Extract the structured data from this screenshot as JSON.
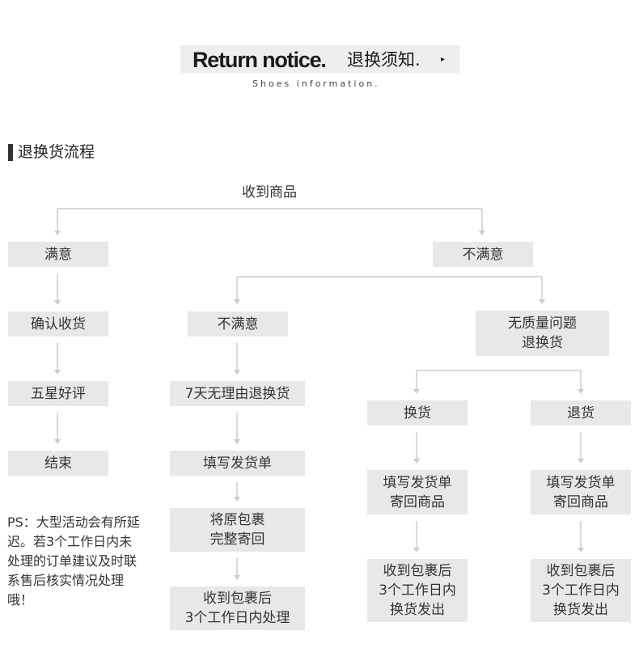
{
  "header": {
    "title_en": "Return notice.",
    "title_zh": "退换须知.",
    "arrow_glyph": "▸",
    "subtitle": "Shoes information."
  },
  "section": {
    "title": "退换货流程"
  },
  "flow": {
    "root": "收到商品",
    "satisfied": "满意",
    "unsatisfied_top": "不满意",
    "confirm_receipt": "确认收货",
    "five_star": "五星好评",
    "end": "结束",
    "unsatisfied": "不满意",
    "seven_day": "7天无理由退换货",
    "fill_waybill_left": "填写发货单",
    "original_package": "将原包裹\n完整寄回",
    "process_after": "收到包裹后\n3个工作日内处理",
    "no_quality_issue": "无质量问题\n退换货",
    "exchange": "换货",
    "return": "退货",
    "fill_send_exchange": "填写发货单\n寄回商品",
    "fill_send_return": "填写发货单\n寄回商品",
    "ship_exchange": "收到包裹后\n3个工作日内\n换货发出",
    "ship_return": "收到包裹后\n3个工作日内\n换货发出"
  },
  "note": {
    "ps": "PS：大型活动会有所延迟。若3个工作日内未处理的订单建议及时联系售后核实情况处理哦！"
  },
  "colors": {
    "box": "#e8e8e8",
    "connector": "#cccccc",
    "text": "#333333",
    "banner": "#eeeeee"
  }
}
